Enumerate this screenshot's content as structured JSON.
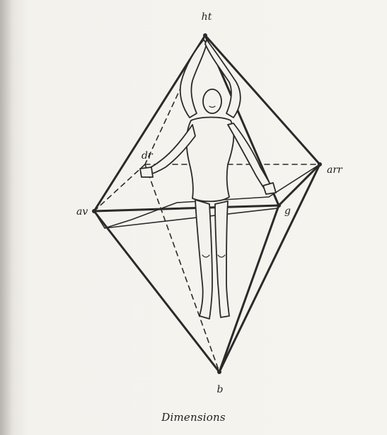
{
  "figure": {
    "caption": "Dimensions",
    "labels": {
      "top": "ht",
      "bottom": "b",
      "front": "av",
      "back": "arr",
      "right": "dr",
      "left": "g"
    }
  }
}
